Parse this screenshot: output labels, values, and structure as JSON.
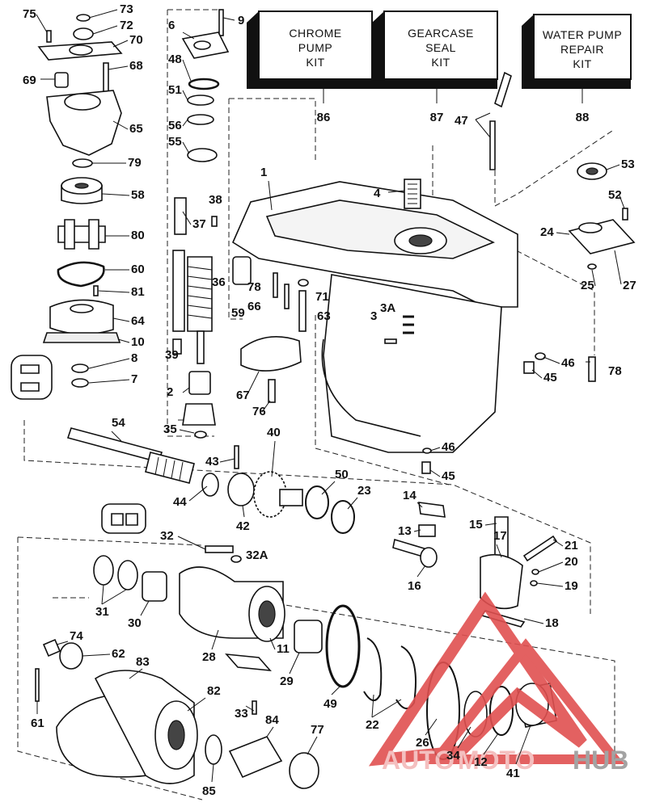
{
  "kits": [
    {
      "id": "kit-chrome-pump",
      "lines": [
        "CHROME",
        "PUMP",
        "KIT"
      ],
      "number": "86"
    },
    {
      "id": "kit-gearcase-seal",
      "lines": [
        "GEARCASE",
        "SEAL",
        "KIT"
      ],
      "number": "87"
    },
    {
      "id": "kit-water-pump-repair",
      "lines": [
        "WATER PUMP",
        "REPAIR",
        "KIT"
      ],
      "number": "88"
    }
  ],
  "callouts": [
    {
      "label": "75"
    },
    {
      "label": "73"
    },
    {
      "label": "72"
    },
    {
      "label": "70"
    },
    {
      "label": "68"
    },
    {
      "label": "69"
    },
    {
      "label": "65"
    },
    {
      "label": "79"
    },
    {
      "label": "58"
    },
    {
      "label": "80"
    },
    {
      "label": "60"
    },
    {
      "label": "81"
    },
    {
      "label": "64"
    },
    {
      "label": "10"
    },
    {
      "label": "8"
    },
    {
      "label": "7"
    },
    {
      "label": "9"
    },
    {
      "label": "6"
    },
    {
      "label": "48"
    },
    {
      "label": "51"
    },
    {
      "label": "56"
    },
    {
      "label": "55"
    },
    {
      "label": "38"
    },
    {
      "label": "37"
    },
    {
      "label": "36"
    },
    {
      "label": "39"
    },
    {
      "label": "2"
    },
    {
      "label": "35"
    },
    {
      "label": "40"
    },
    {
      "label": "1"
    },
    {
      "label": "4"
    },
    {
      "label": "47"
    },
    {
      "label": "53"
    },
    {
      "label": "52"
    },
    {
      "label": "24"
    },
    {
      "label": "27"
    },
    {
      "label": "25"
    },
    {
      "label": "59"
    },
    {
      "label": "78"
    },
    {
      "label": "66"
    },
    {
      "label": "71"
    },
    {
      "label": "63"
    },
    {
      "label": "3"
    },
    {
      "label": "3A"
    },
    {
      "label": "46"
    },
    {
      "label": "78"
    },
    {
      "label": "45"
    },
    {
      "label": "67"
    },
    {
      "label": "76"
    },
    {
      "label": "54"
    },
    {
      "label": "46"
    },
    {
      "label": "45"
    },
    {
      "label": "43"
    },
    {
      "label": "44"
    },
    {
      "label": "42"
    },
    {
      "label": "50"
    },
    {
      "label": "23"
    },
    {
      "label": "14"
    },
    {
      "label": "13"
    },
    {
      "label": "16"
    },
    {
      "label": "15"
    },
    {
      "label": "17"
    },
    {
      "label": "21"
    },
    {
      "label": "20"
    },
    {
      "label": "19"
    },
    {
      "label": "18"
    },
    {
      "label": "32"
    },
    {
      "label": "32A"
    },
    {
      "label": "31"
    },
    {
      "label": "30"
    },
    {
      "label": "28"
    },
    {
      "label": "11"
    },
    {
      "label": "29"
    },
    {
      "label": "49"
    },
    {
      "label": "22"
    },
    {
      "label": "74"
    },
    {
      "label": "62"
    },
    {
      "label": "83"
    },
    {
      "label": "82"
    },
    {
      "label": "61"
    },
    {
      "label": "33"
    },
    {
      "label": "84"
    },
    {
      "label": "77"
    },
    {
      "label": "85"
    },
    {
      "label": "26"
    },
    {
      "label": "34"
    },
    {
      "label": "12"
    },
    {
      "label": "41"
    }
  ],
  "watermark": {
    "part1": "AUTO",
    "part2": "MOTO",
    "part3": "HUB",
    "color_main": "#f3b9b9",
    "color_accent": "#e05050",
    "color_dark": "#9a9a9a"
  }
}
